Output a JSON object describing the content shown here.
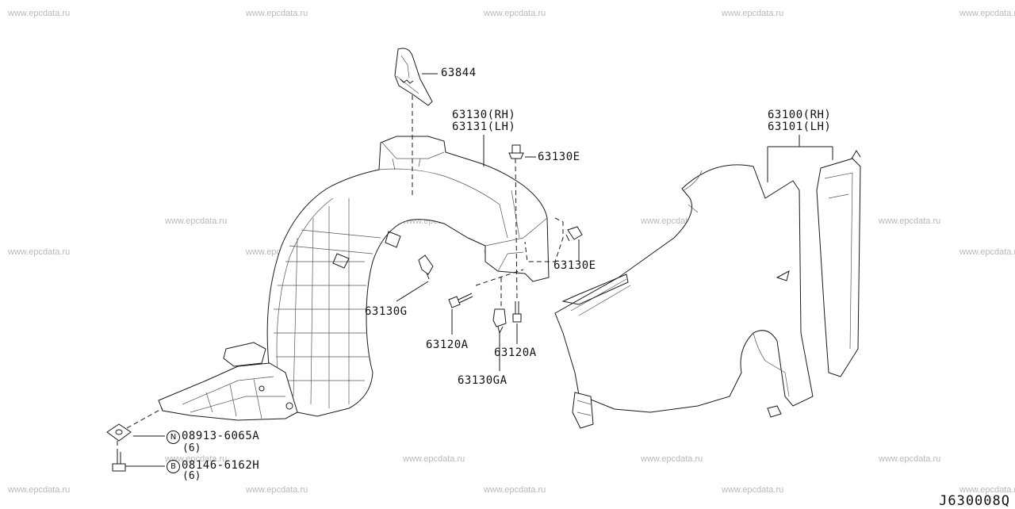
{
  "watermark": "www.epcdata.ru",
  "diagram_ref": "J630008Q",
  "labels": {
    "p63844": "63844",
    "p63130_rh": "63130(RH)",
    "p63131_lh": "63131(LH)",
    "p63130e_top": "63130E",
    "p63130e_right": "63130E",
    "p63130g": "63130G",
    "p63120a_left": "63120A",
    "p63120a_right": "63120A",
    "p63130ga": "63130GA",
    "p63100_rh": "63100(RH)",
    "p63101_lh": "63101(LH)",
    "nut_symbol": "N",
    "nut_code": "08913-6065A",
    "nut_qty": "(6)",
    "bolt_symbol": "B",
    "bolt_code": "08146-6162H",
    "bolt_qty": "(6)"
  }
}
